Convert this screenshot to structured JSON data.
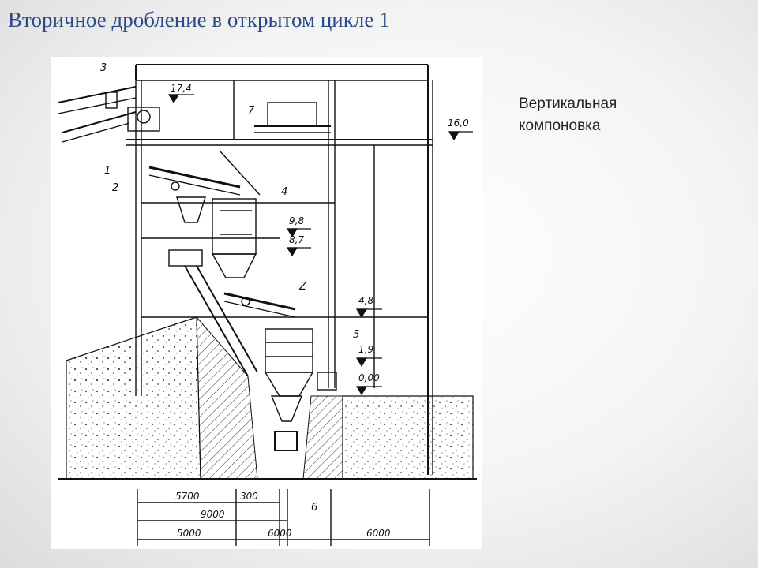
{
  "slide": {
    "title": "Вторичное дробление в открытом цикле 1",
    "caption_line1": "Вертикальная",
    "caption_line2": "компоновка"
  },
  "drawing": {
    "elevations": [
      "17,4",
      "16,0",
      "9,8",
      "8,7",
      "4,8",
      "1,9",
      "0,00"
    ],
    "callouts": [
      "1",
      "2",
      "3",
      "4",
      "5",
      "6",
      "7",
      "Z"
    ],
    "dimensions_row1": [
      "5700",
      "300"
    ],
    "dimensions_row2": [
      "9000"
    ],
    "dimensions_row3": [
      "5000",
      "6000",
      "6000"
    ]
  }
}
